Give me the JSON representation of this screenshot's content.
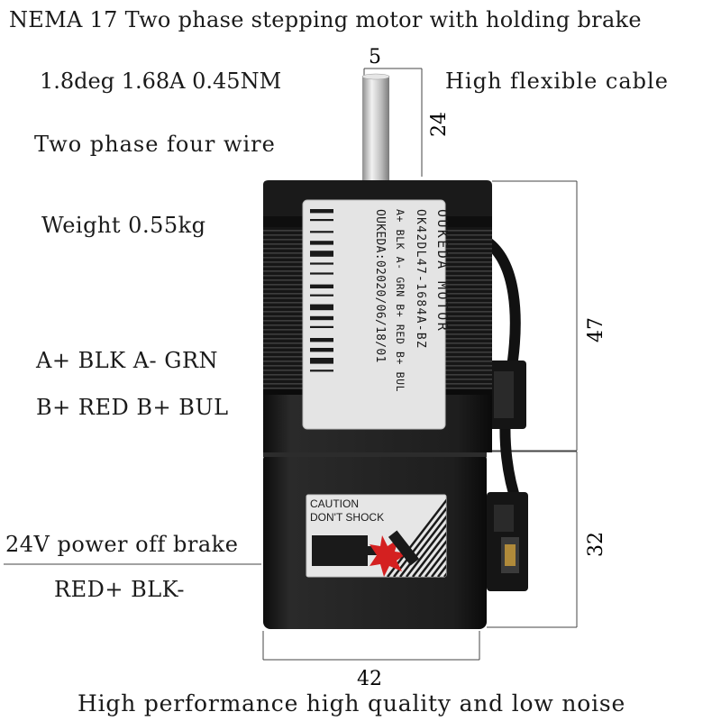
{
  "title": "NEMA 17 Two phase stepping motor with holding brake",
  "specs": {
    "electrical": "1.8deg 1.68A  0.45NM",
    "cable": "High flexible cable",
    "wiring": "Two phase four wire",
    "weight": "Weight 0.55kg"
  },
  "wire_colors": {
    "line_a": "A+ BLK A- GRN",
    "line_b": "B+ RED B+ BUL"
  },
  "brake": {
    "label": "24V power off brake",
    "wires": "RED+   BLK-"
  },
  "dimensions": {
    "shaft_diameter": "5",
    "shaft_length": "24",
    "motor_length": "47",
    "brake_length": "32",
    "width": "42"
  },
  "motor_label": {
    "brand": "OUKEDA MOTOR",
    "model": "OK42DL47-1684A-BZ",
    "wiring": "A+ BLK A- GRN B+ RED B+ BUL",
    "serial": "OUKEDA:02020/06/18/01"
  },
  "caution_label": {
    "line1": "CAUTION",
    "line2": "DON'T SHOCK"
  },
  "footer": "High performance high quality and low noise",
  "colors": {
    "motor_body": "#1c1c1c",
    "label_bg": "#e4e4e4",
    "shaft": "#d0d0d0",
    "caution_accent": "#d42020"
  }
}
